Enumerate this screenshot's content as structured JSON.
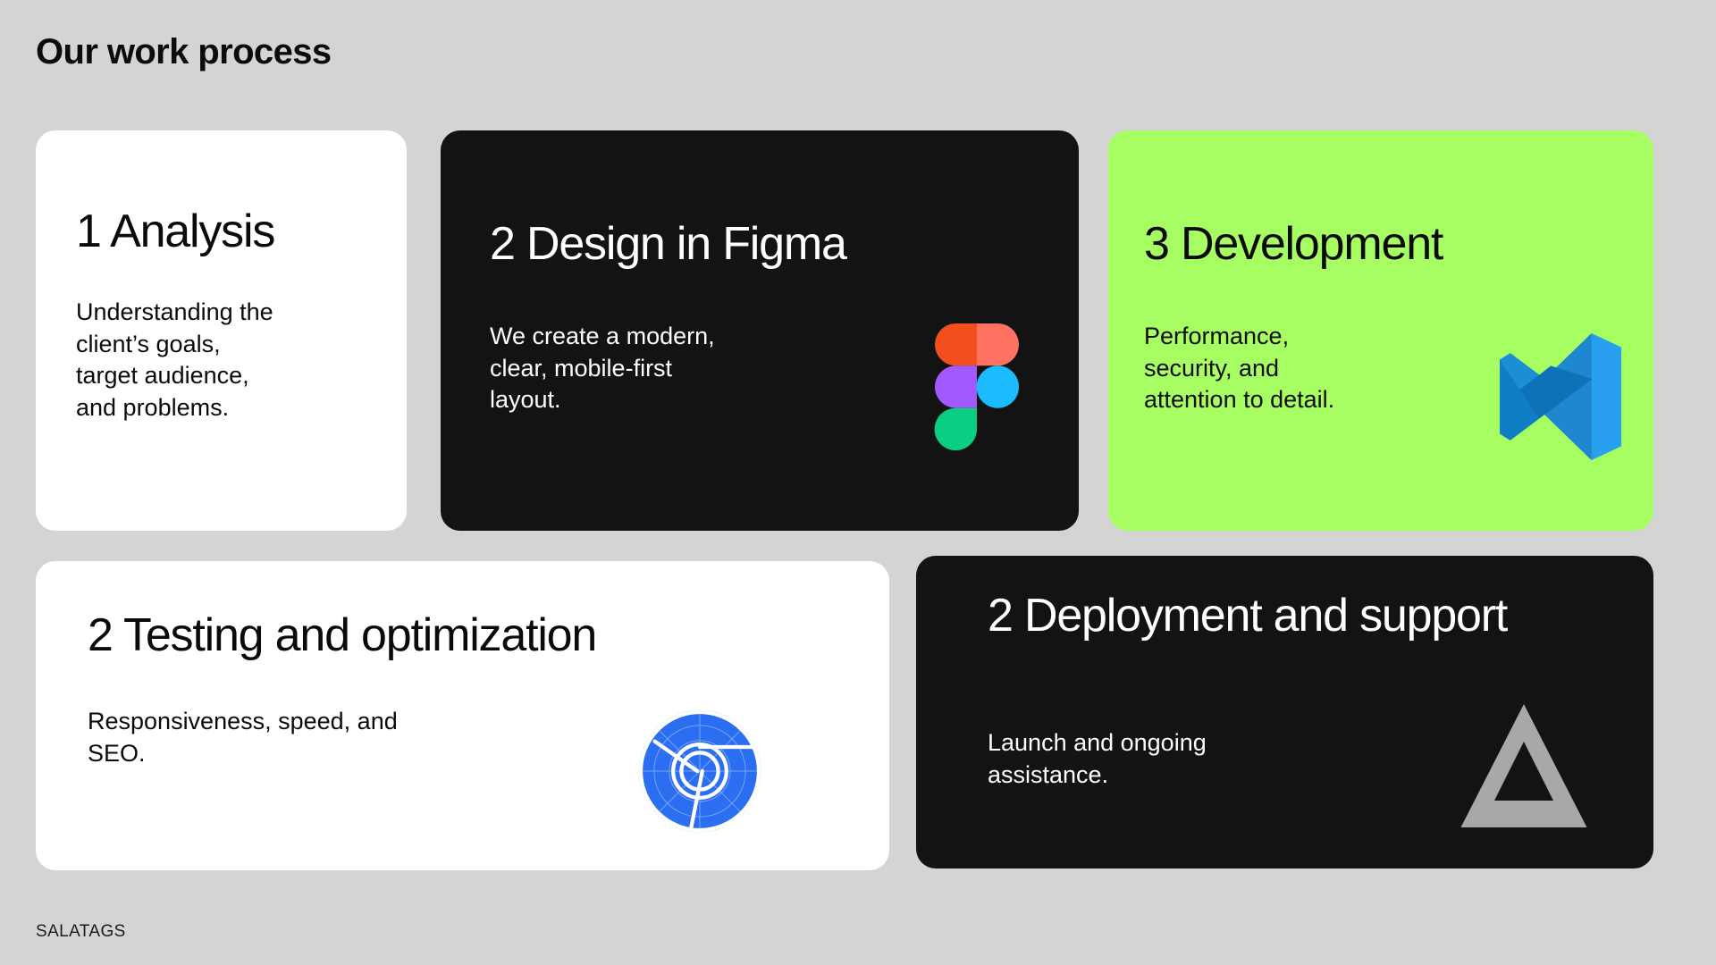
{
  "page": {
    "title": "Our work process",
    "background_color": "#d4d4d4",
    "footer_brand": "SALATAGS"
  },
  "cards": [
    {
      "id": "analysis",
      "heading": "1 Analysis",
      "step_number": "1",
      "step_name": "Analysis",
      "body": "Understanding the\nclient’s goals,\ntarget audience,\nand problems.",
      "theme": "light",
      "background_color": "#ffffff",
      "text_color": "#0a0a0a",
      "icon": null
    },
    {
      "id": "figma",
      "heading": "2 Design in Figma",
      "step_number": "2",
      "step_name": "Design in Figma",
      "body": "We create a modern,\nclear, mobile-first\nlayout.",
      "theme": "dark",
      "background_color": "#131313",
      "text_color": "#ffffff",
      "icon": "figma-logo-icon"
    },
    {
      "id": "development",
      "heading": "3 Development",
      "step_number": "3",
      "step_name": "Development",
      "body": "Performance,\nsecurity, and\nattention to detail.",
      "theme": "lime",
      "background_color": "#a6fe63",
      "text_color": "#0a0a0a",
      "icon": "vscode-logo-icon"
    },
    {
      "id": "testing",
      "heading": "2 Testing and optimization",
      "step_number": "2",
      "step_name": "Testing and optimization",
      "body": "Responsiveness, speed, and\nSEO.",
      "theme": "light",
      "background_color": "#ffffff",
      "text_color": "#0a0a0a",
      "icon": "chromium-logo-icon"
    },
    {
      "id": "deployment",
      "heading": "2 Deployment and support",
      "step_number": "2",
      "step_name": "Deployment and support",
      "body": "Launch and ongoing\nassistance.",
      "theme": "dark",
      "background_color": "#131313",
      "text_color": "#ffffff",
      "icon": "triangle-logo-icon"
    }
  ],
  "icon_colors": {
    "figma_orange": "#f24e1e",
    "figma_salmon": "#ff7262",
    "figma_purple": "#a259ff",
    "figma_blue": "#1abcfe",
    "figma_green": "#0acf83",
    "vscode_blue_dark": "#0d72b8",
    "vscode_blue_mid": "#1f87d0",
    "vscode_blue_light": "#29a0ef",
    "chromium_blue": "#2c6ef2",
    "triangle_gray": "#a8a8a8"
  }
}
